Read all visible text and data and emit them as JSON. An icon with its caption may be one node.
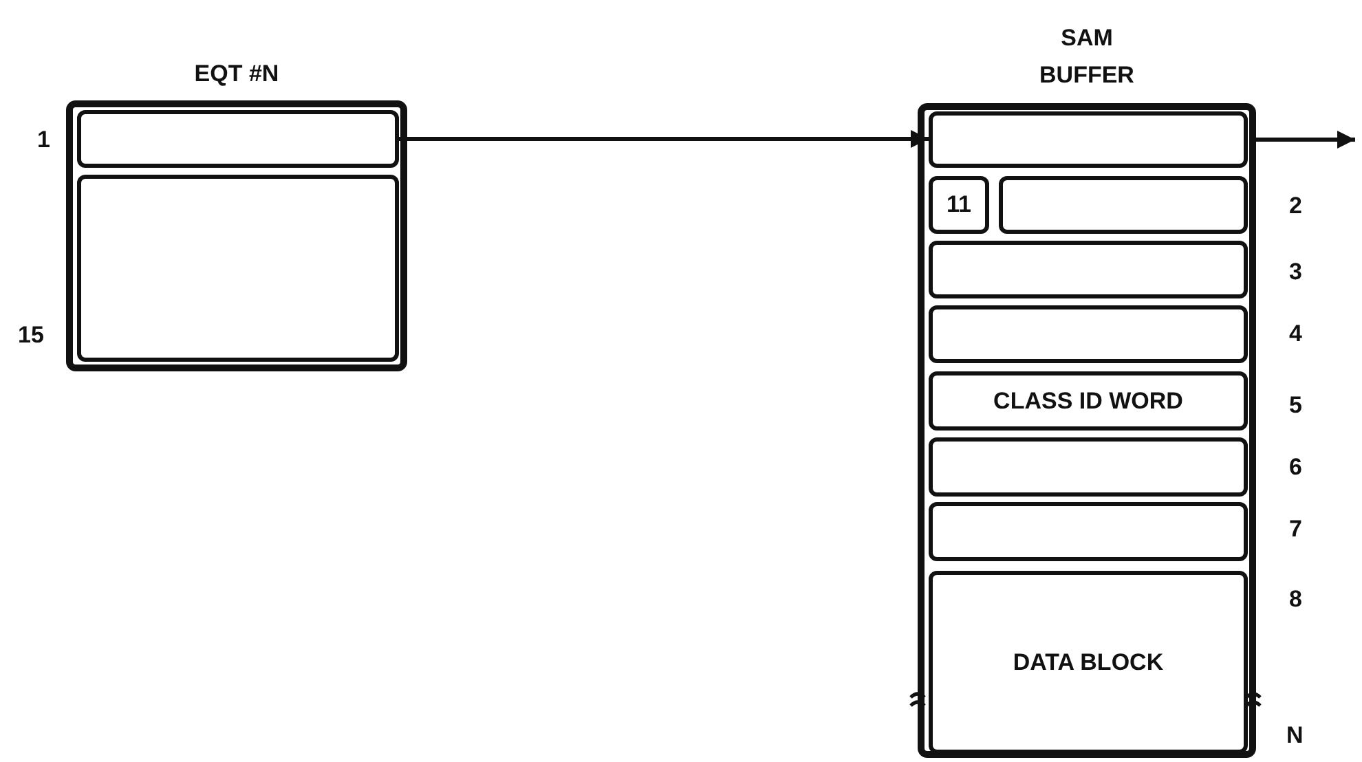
{
  "diagram": {
    "nodes": [
      {
        "text": [
          "EQT #N"
        ]
      },
      {
        "text": [],
        "shape": "box",
        "in": 0
      },
      {
        "text": [],
        "shape": "box",
        "in": 0
      },
      {
        "text": [
          "SAM BUFFER"
        ]
      },
      {
        "text": [],
        "shape": "box",
        "in": 3
      },
      {
        "text": [
          "11"
        ],
        "in": 3
      },
      {
        "text": [],
        "shape": "box",
        "in": 3
      },
      {
        "text": [],
        "shape": "box",
        "in": 3
      },
      {
        "text": [],
        "shape": "box",
        "in": 3
      },
      {
        "text": [
          "CLASS ID WORD"
        ],
        "in": 3
      },
      {
        "text": [],
        "shape": "box",
        "in": 3
      },
      {
        "text": [],
        "shape": "box",
        "in": 3
      },
      {
        "text": [
          "DATA BLOCK"
        ],
        "in": 3
      }
    ],
    "edges": [
      {
        "from": 1,
        "to": 4,
        "arrow": "to"
      },
      {
        "from": 4,
        "to": null,
        "arrow": "to"
      }
    ],
    "labels": [
      "1",
      "15",
      "2",
      "3",
      "4",
      "5",
      "6",
      "7",
      "8",
      "N"
    ]
  }
}
